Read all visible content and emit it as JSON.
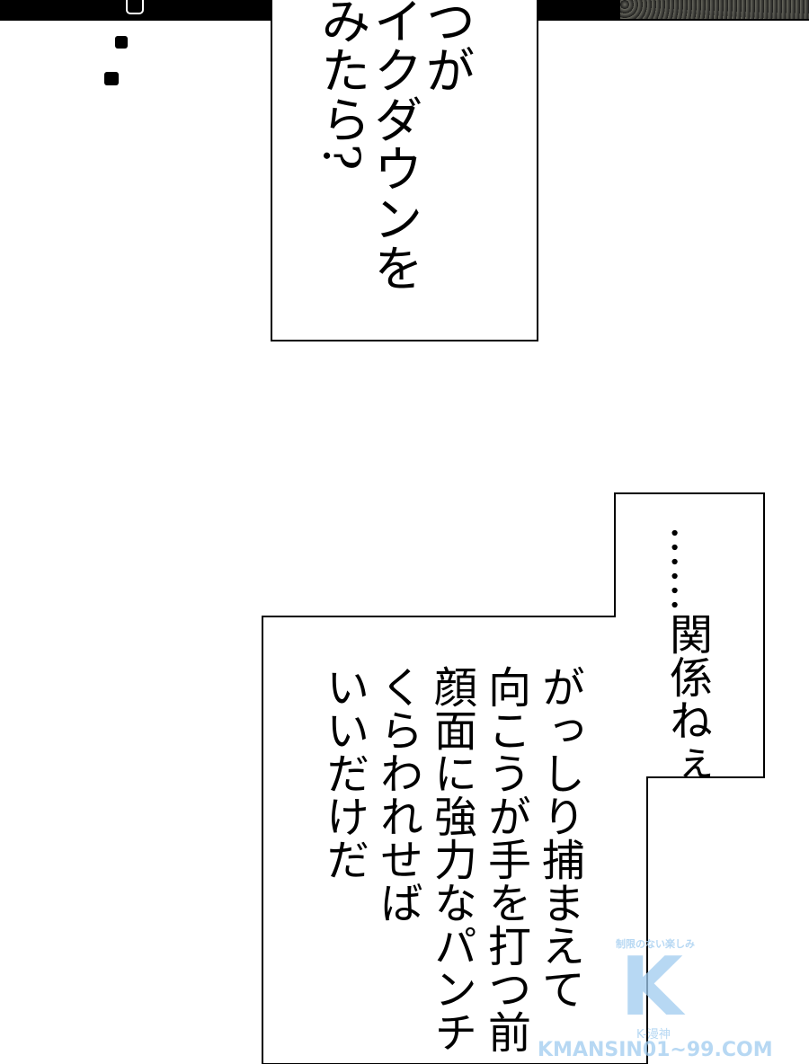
{
  "bubble_top": {
    "columns": [
      "やつが",
      "テイクダウンを",
      "試みたら?"
    ]
  },
  "bubble_bottom": {
    "first": "……関係ねぇ",
    "columns": [
      "がっしり捕まえて",
      "向こうが手を打つ前",
      "顔面に強力なパンチ",
      "くらわれせば",
      "いいだけだ"
    ]
  },
  "watermark": {
    "tagline": "制限のない楽しみ",
    "logo": "K",
    "name": "K-漫神",
    "url": "KMANSIN01~99.COM",
    "color": "#9fcbef"
  }
}
